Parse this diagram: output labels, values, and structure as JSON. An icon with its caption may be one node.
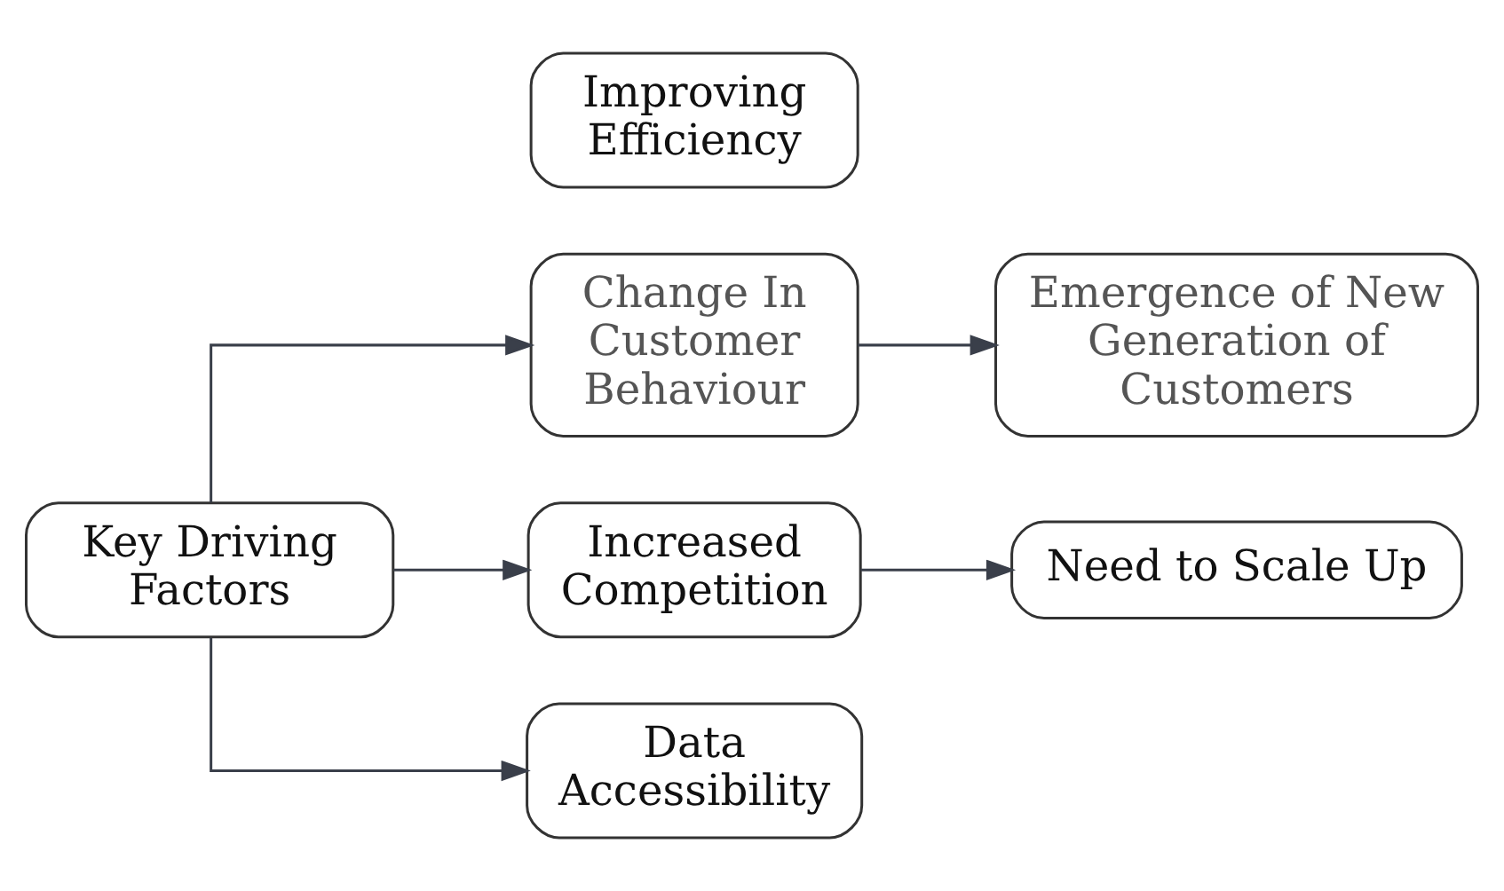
{
  "diagram": {
    "nodes": [
      {
        "text": [
          "Key Driving Factors"
        ]
      },
      {
        "text": [
          "Change In Customer Behaviour"
        ]
      },
      {
        "text": [
          "Emergence of New Generation of Customers"
        ]
      },
      {
        "text": [
          "Increased Competition"
        ]
      },
      {
        "text": [
          "Need to Scale Up"
        ]
      },
      {
        "text": [
          "Improving Efficiency"
        ]
      },
      {
        "text": [
          "Data Accessibility"
        ]
      }
    ],
    "edges": [
      {
        "from": 0,
        "to": 1,
        "arrow": "to"
      },
      {
        "from": 0,
        "to": 3,
        "arrow": "to"
      },
      {
        "from": 0,
        "to": 6,
        "arrow": "to"
      },
      {
        "from": 1,
        "to": 2,
        "arrow": "to"
      },
      {
        "from": 3,
        "to": 4,
        "arrow": "to"
      }
    ]
  }
}
